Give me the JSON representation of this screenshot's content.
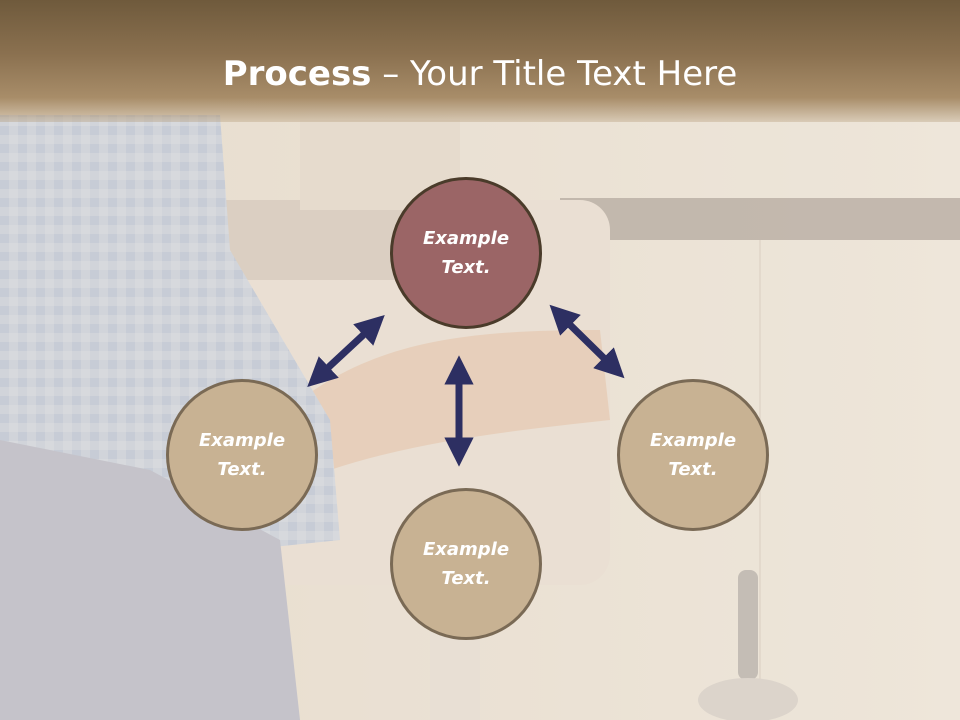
{
  "title": {
    "bold": "Process",
    "rest": " – Your Title Text Here"
  },
  "nodes": {
    "top": {
      "line1": "Example",
      "line2": "Text."
    },
    "left": {
      "line1": "Example",
      "line2": "Text."
    },
    "right": {
      "line1": "Example",
      "line2": "Text."
    },
    "bottom": {
      "line1": "Example",
      "line2": "Text."
    }
  },
  "colors": {
    "header": "#8b7150",
    "accent_circle": "#9b6566",
    "circle": "#c8b293",
    "arrow": "#2d2f62"
  }
}
